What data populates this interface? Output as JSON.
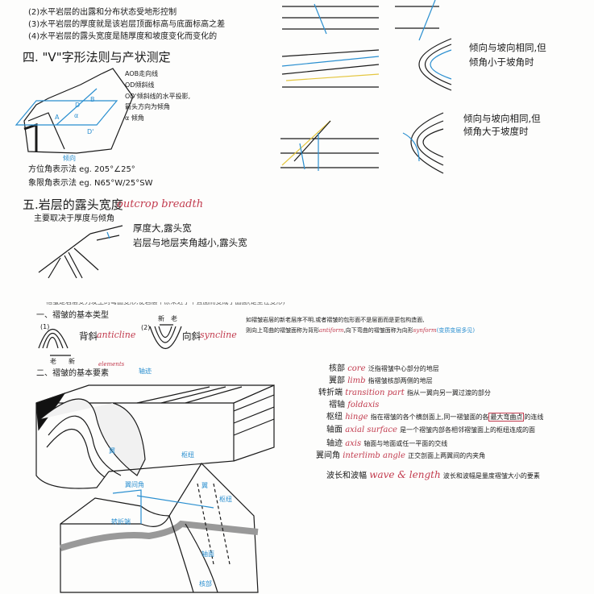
{
  "section3_notes": [
    "(2)水平岩层的出露和分布状态受地形控制",
    "(3)水平岩层的厚度就是该岩层顶面标高与底面标高之差",
    "(4)水平岩层的露头宽度是随厚度和坡度变化而变化的"
  ],
  "section4": {
    "title": "四. \"V\"字形法则与产状测定",
    "legend": [
      "AOB走向线",
      "OD倾斜线",
      "OD'倾斜线的水平投影,",
      "箭头方向为倾角",
      "α 倾角"
    ],
    "diagram_labels": {
      "a": "A",
      "b": "B",
      "d": "D",
      "d2": "D'",
      "alpha": "α"
    },
    "azimuth_note": "倾向",
    "azimuth": "方位角表示法  eg. 205°∠25°",
    "quadrant": "象限角表示法  eg. N65°W/25°SW",
    "case1": [
      "倾向与坡向相同,但",
      "倾角小于坡角时"
    ],
    "case2": [
      "倾向与坡向相同,但",
      "倾角大于坡度时"
    ]
  },
  "section5": {
    "title": "五.岩层的露头宽度",
    "title_en": "outcrop breadth",
    "subtitle": "主要取决于厚度与倾角",
    "notes": [
      "厚度大,露头宽",
      "岩层与地层夹角越小,露头宽"
    ]
  },
  "fold": {
    "cut_line": "褶皱是岩层受力发生的弯曲变形,使岩层平原来近于平直面而变成了曲面(是塑性变形)",
    "type_title": "一、褶皱的基本类型",
    "type1_num": "(1)",
    "anticline_cn": "背斜",
    "anticline_en": "anticline",
    "type2_num": "(2)",
    "syncline_cn": "向斜",
    "syncline_en": "syncline",
    "old": "老",
    "new": "新",
    "new2": "新",
    "old2": "老",
    "note_line1": "如褶皱岩层的新老层序不明,或者褶皱的包形面不是层面而是更包构造面,",
    "note_line2_a": "则向上弯曲的褶皱面称为背形",
    "note_line2_antiform": "antiform",
    "note_line2_b": ",向下弯曲的褶皱面称为向形",
    "note_line2_synform": "synform",
    "note_line2_c": "(变质变层多见)",
    "element_title": "二、褶皱的基本要素",
    "element_note": "elements",
    "diagram_labels": [
      "轴迹",
      "翼",
      "枢纽",
      "翼间角",
      "翼",
      "枢纽",
      "转折端",
      "轴面",
      "核部"
    ],
    "elements": [
      {
        "cn": "核部",
        "en": "core",
        "desc": "泛指褶皱中心部分的地层"
      },
      {
        "cn": "翼部",
        "en": "limb",
        "desc": "指褶皱核部两侧的地层"
      },
      {
        "cn": "转折端",
        "en": "transition part",
        "desc": "指从一翼向另一翼过渡的部分"
      },
      {
        "cn": "褶轴",
        "en": "foldaxis",
        "desc": ""
      },
      {
        "cn": "枢纽",
        "en": "hinge",
        "desc_a": "指在褶皱的各个横剖面上,同一褶皱面的各",
        "desc_box": "最大弯曲点",
        "desc_b": "的连线"
      },
      {
        "cn": "轴面",
        "en": "axial surface",
        "desc": "是一个褶皱内部各相邻褶皱面上的枢纽连成的面"
      },
      {
        "cn": "轴迹",
        "en": "axis",
        "desc": "轴面与地面或任一平面的交线"
      },
      {
        "cn": "翼间角",
        "en": "interlimb angle",
        "desc": "正交剖面上两翼间的内夹角"
      },
      {
        "cn": "波长和波幅",
        "en": "wave & length",
        "desc": "波长和波幅是量度褶皱大小的要素"
      }
    ]
  }
}
